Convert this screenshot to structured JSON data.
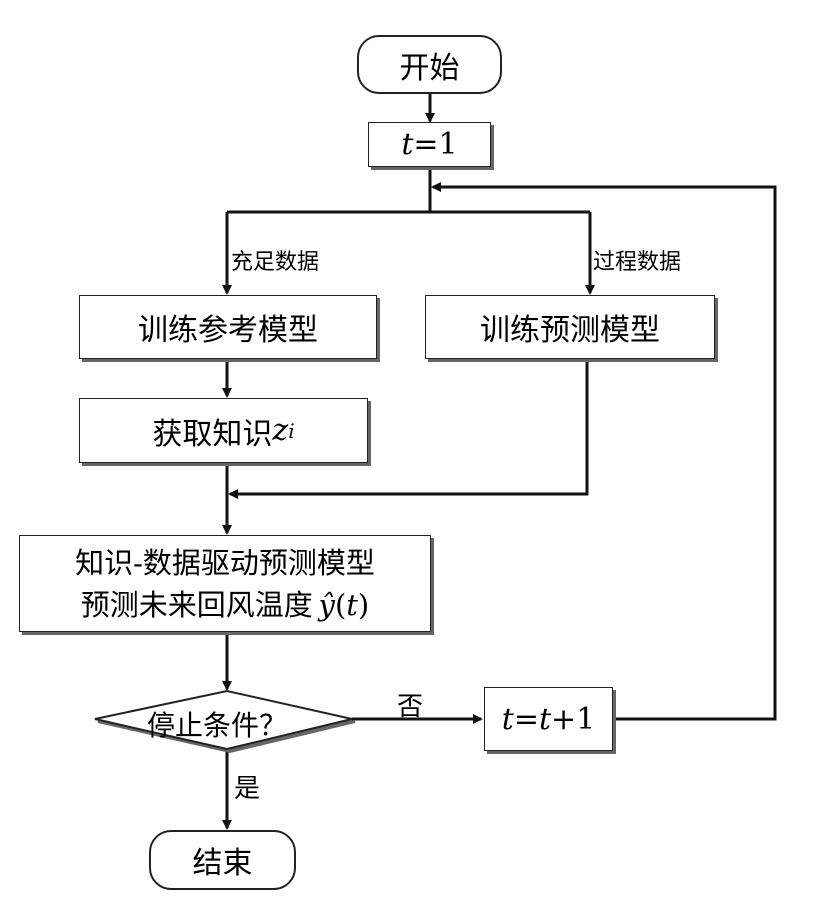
{
  "nodes": {
    "start": "开始",
    "init_var": "t",
    "init_rest": "=1",
    "train_ref": "训练参考模型",
    "train_pred": "训练预测模型",
    "get_know_prefix": "获取知识",
    "get_know_var": "z",
    "get_know_sub": "i",
    "kd_line1": "知识-数据驱动预测模型",
    "kd_line2_prefix": "预测未来回风温度",
    "kd_line2_var": "ŷ",
    "kd_line2_paren_open": "(",
    "kd_line2_t": "t",
    "kd_line2_paren_close": ")",
    "decision": "停止条件？",
    "update_t1": "t",
    "update_eq": "=",
    "update_t2": "t",
    "update_plus": "+1",
    "end": "结束"
  },
  "edge_labels": {
    "sufficient": "充足数据",
    "process": "过程数据",
    "no": "否",
    "yes": "是"
  }
}
